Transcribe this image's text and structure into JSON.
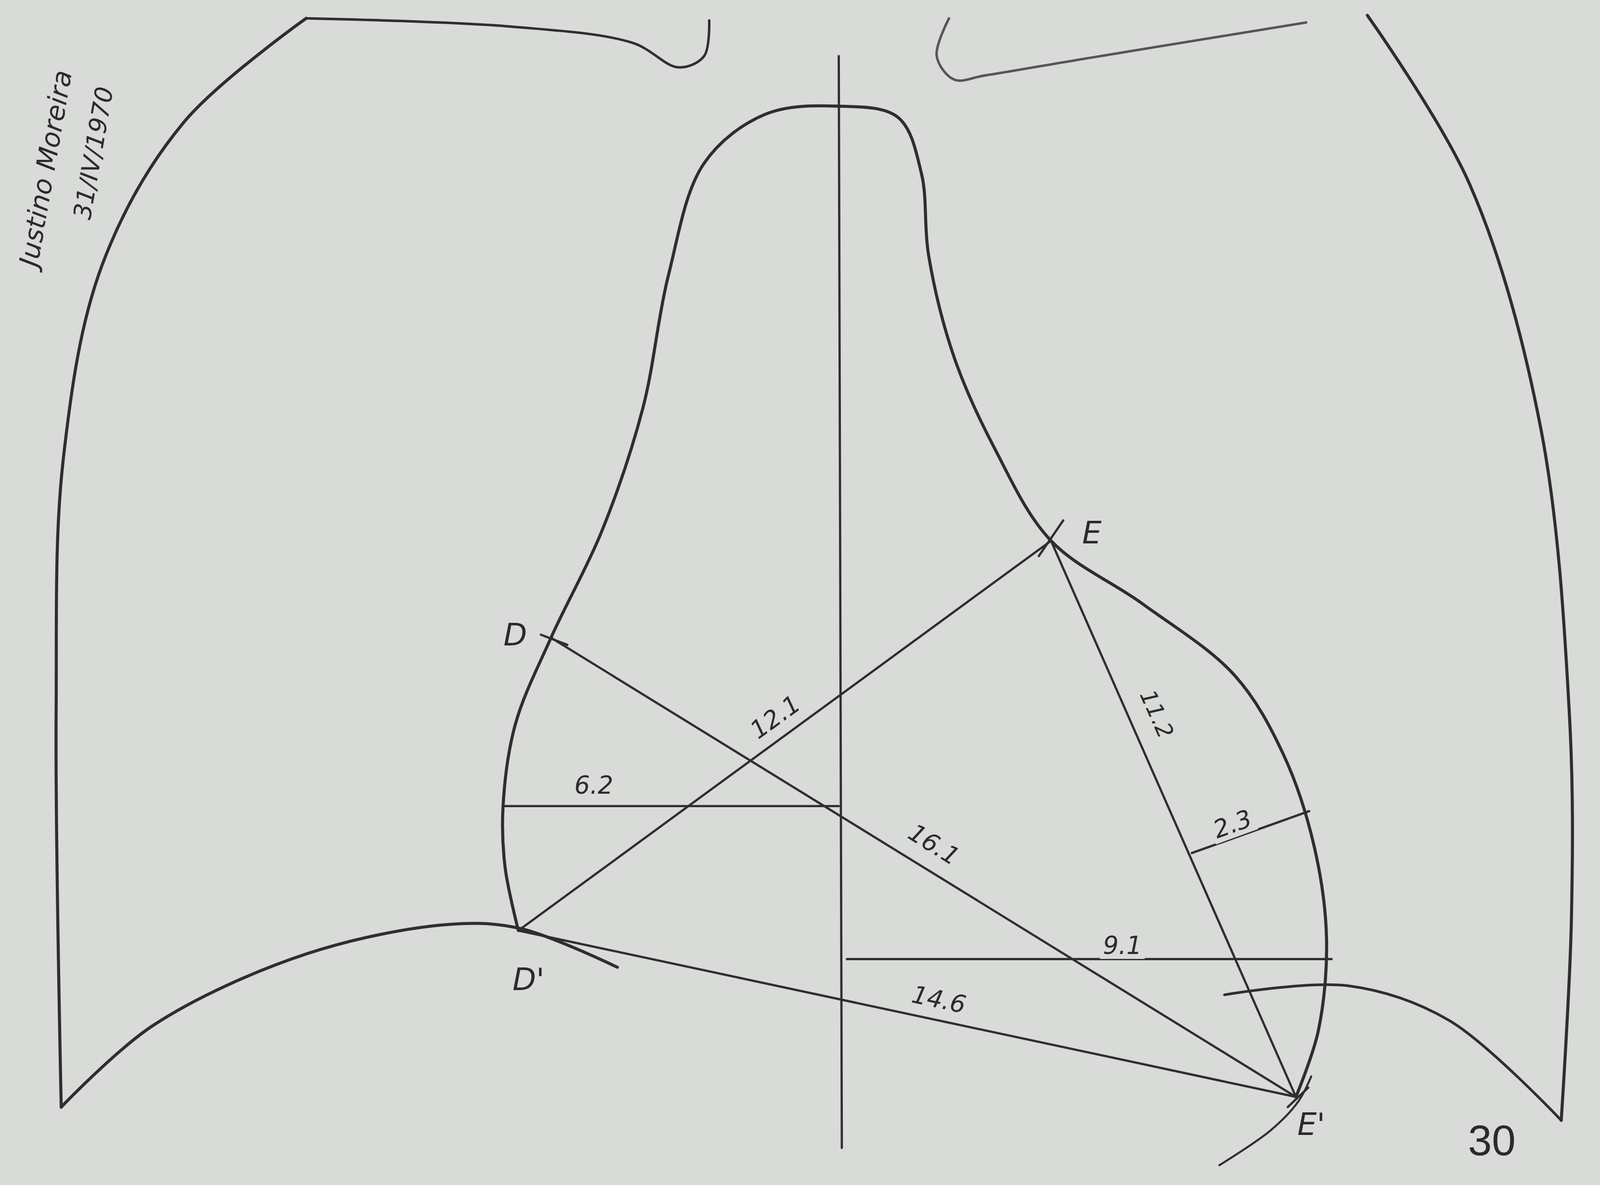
{
  "diagram": {
    "labels": [
      "Justino Moreira",
      "31/IV/1970",
      "D",
      "E",
      "12.1",
      "6.2",
      "11.2",
      "16.1",
      "2.3",
      "9.1",
      "D'",
      "14.6",
      "E'",
      "30"
    ]
  }
}
